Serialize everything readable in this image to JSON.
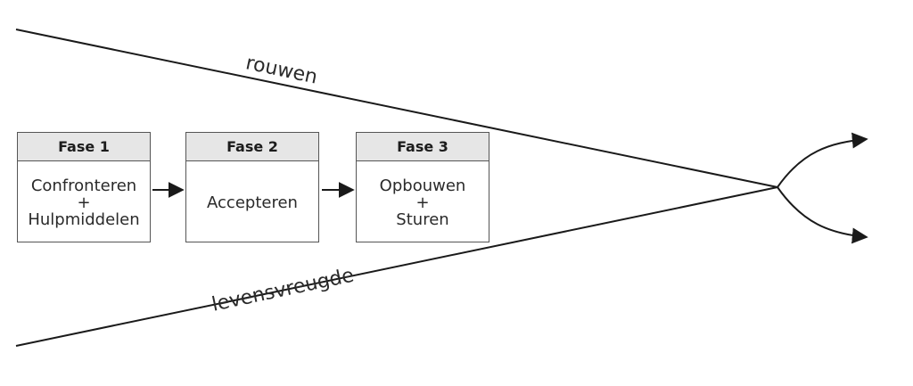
{
  "phases": [
    {
      "title": "Fase 1",
      "lines": [
        "Confronteren",
        "+",
        "Hulpmiddelen"
      ]
    },
    {
      "title": "Fase 2",
      "lines": [
        "Accepteren"
      ]
    },
    {
      "title": "Fase 3",
      "lines": [
        "Opbouwen",
        "+",
        "Sturen"
      ]
    }
  ],
  "labels": {
    "top": "rouwen",
    "bottom": "levensvreugde"
  },
  "colors": {
    "line": "#1a1a1a",
    "header_bg": "#e6e6e6",
    "border": "#555555"
  }
}
